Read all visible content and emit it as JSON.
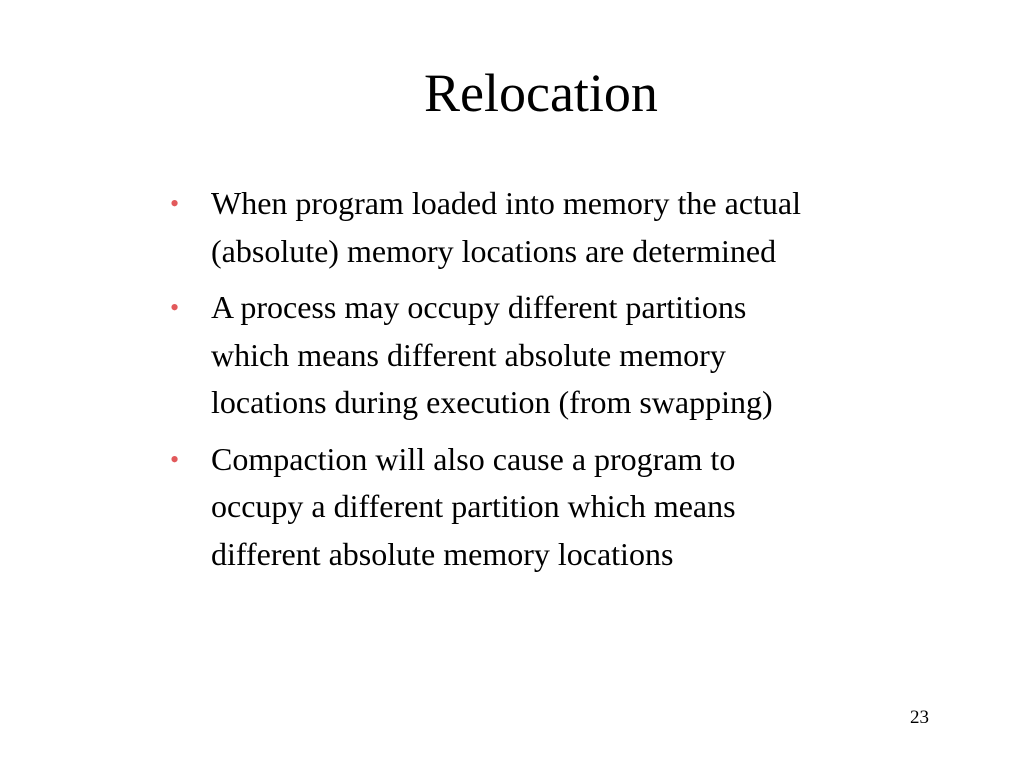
{
  "slide": {
    "title": "Relocation",
    "bullet_glyph": "•",
    "bullet_color": "#e2595b",
    "bullets": [
      {
        "lines": [
          "When program loaded into memory the actual",
          "(absolute) memory locations are determined"
        ]
      },
      {
        "lines": [
          "A process may occupy different partitions",
          "which means different absolute memory",
          "locations during execution (from swapping)"
        ]
      },
      {
        "lines": [
          "Compaction will also cause a program to",
          "occupy a different partition which means",
          "different absolute memory locations"
        ]
      }
    ],
    "page_number": "23"
  }
}
